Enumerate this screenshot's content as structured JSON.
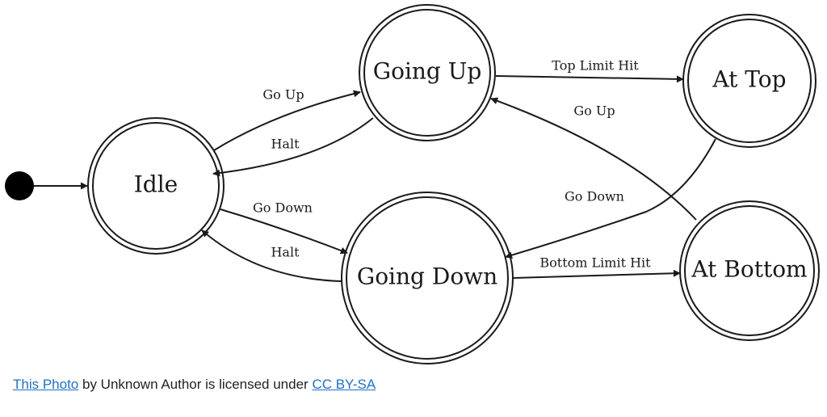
{
  "diagram": {
    "states": {
      "idle": "Idle",
      "going_up": "Going Up",
      "at_top": "At Top",
      "going_down": "Going Down",
      "at_bottom": "At Bottom"
    },
    "transitions": {
      "idle_to_going_up": "Go Up",
      "going_up_to_idle": "Halt",
      "idle_to_going_down": "Go Down",
      "going_down_to_idle": "Halt",
      "going_up_to_at_top": "Top Limit Hit",
      "at_bottom_to_going_up": "Go Up",
      "at_top_to_going_down": "Go Down",
      "going_down_to_at_bottom": "Bottom Limit Hit"
    }
  },
  "attribution": {
    "link_photo": "This Photo",
    "text_middle": " by Unknown Author is licensed under ",
    "link_license": "CC BY-SA"
  }
}
